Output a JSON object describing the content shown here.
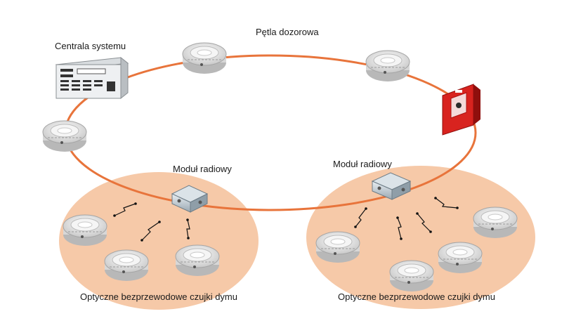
{
  "labels": {
    "loop": "Pętla dozorowa",
    "central": "Centrala systemu",
    "module_left": "Moduł radiowy",
    "module_right": "Moduł radiowy",
    "sensors_left": "Optyczne bezprzewodowe czujki dymu",
    "sensors_right": "Optyczne bezprzewodowe czujki dymu"
  },
  "colors": {
    "loop": "#e8743b",
    "zone": "#f6c9a8",
    "call_point": "#d8231f",
    "detector": "#eeeeee"
  },
  "icons": [
    "control-panel-icon",
    "smoke-detector-icon",
    "manual-call-point-icon",
    "radio-module-icon",
    "radio-signal-icon"
  ]
}
